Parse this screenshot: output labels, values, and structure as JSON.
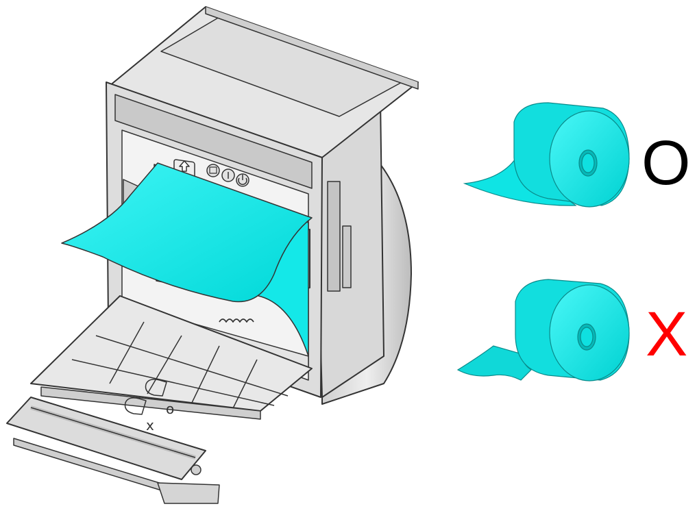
{
  "marks": {
    "correct": "O",
    "wrong": "X"
  },
  "printer": {
    "button_icons": [
      "paper-feed-icon",
      "paper-icon",
      "info-icon",
      "power-icon"
    ],
    "panel_marker": "△"
  },
  "tray_symbols": {
    "correct": "o",
    "wrong": "x"
  },
  "colors": {
    "paper": "#00ffff",
    "wrong_mark": "#ff0000",
    "correct_mark": "#000000"
  }
}
